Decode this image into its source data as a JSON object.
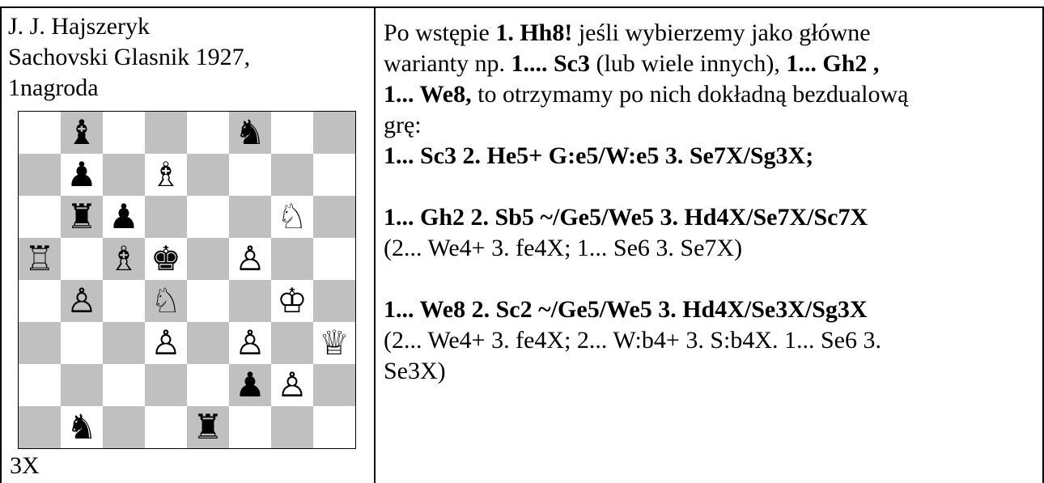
{
  "left": {
    "author": "J. J. Hajszeryk",
    "source": "Sachovski Glasnik 1927,",
    "award": "1nagroda",
    "stipulation": "3X"
  },
  "board": {
    "pieces": [
      {
        "square": "b8",
        "glyph": "♝"
      },
      {
        "square": "f8",
        "glyph": "♞"
      },
      {
        "square": "b7",
        "glyph": "♟"
      },
      {
        "square": "d7",
        "glyph": "♗"
      },
      {
        "square": "b6",
        "glyph": "♜"
      },
      {
        "square": "c6",
        "glyph": "♟"
      },
      {
        "square": "g6",
        "glyph": "♘"
      },
      {
        "square": "a5",
        "glyph": "♖"
      },
      {
        "square": "c5",
        "glyph": "♗"
      },
      {
        "square": "d5",
        "glyph": "♚"
      },
      {
        "square": "f5",
        "glyph": "♙"
      },
      {
        "square": "b4",
        "glyph": "♙"
      },
      {
        "square": "d4",
        "glyph": "♘"
      },
      {
        "square": "g4",
        "glyph": "♔"
      },
      {
        "square": "d3",
        "glyph": "♙"
      },
      {
        "square": "f3",
        "glyph": "♙"
      },
      {
        "square": "h3",
        "glyph": "♕"
      },
      {
        "square": "f2",
        "glyph": "♟"
      },
      {
        "square": "g2",
        "glyph": "♙"
      },
      {
        "square": "b1",
        "glyph": "♞"
      },
      {
        "square": "e1",
        "glyph": "♜"
      }
    ]
  },
  "right": {
    "intro_1": "Po wstępie ",
    "intro_key": "1. Hh8!",
    "intro_2": " jeśli wybierzemy jako główne",
    "intro_3": "warianty  np. ",
    "intro_v1": "1.... Sc3",
    "intro_4": " (lub wiele innych), ",
    "intro_v2": "1... Gh2 ,",
    "intro_v3": "1... We8,",
    "intro_5": "  to otrzymamy po nich dokładną bezdualową",
    "intro_6": "grę:",
    "var1": "1... Sc3 2. He5+ G:e5/W:e5 3. Se7X/Sg3X;",
    "var2": "1... Gh2 2. Sb5   ~/Ge5/We5 3.  Hd4X/Se7X/Sc7X",
    "var2_note": "(2... We4+ 3. fe4X; 1... Se6 3. Se7X)",
    "var3": "1... We8 2. Sc2  ~/Ge5/We5  3. Hd4X/Se3X/Sg3X",
    "var3_note_1": "(2... We4+ 3. fe4X;  2... W:b4+ 3. S:b4X. 1... Se6 3.",
    "var3_note_2": "Se3X)"
  }
}
